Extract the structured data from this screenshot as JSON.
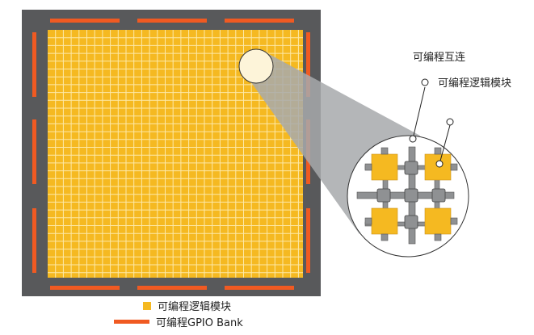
{
  "labels": {
    "interconnect": "可编程互连",
    "logic_block": "可编程逻辑模块"
  },
  "legend": {
    "logic_block": "可编程逻辑模块",
    "gpio_bank": "可编程GPIO Bank"
  },
  "colors": {
    "chip_frame": "#58595b",
    "logic_fill": "#f5b921",
    "grid_line": "#fde9a8",
    "gpio_bank": "#f05a22",
    "zoom_cone": "#a7a9ac",
    "switch_box": "#8f9193"
  }
}
